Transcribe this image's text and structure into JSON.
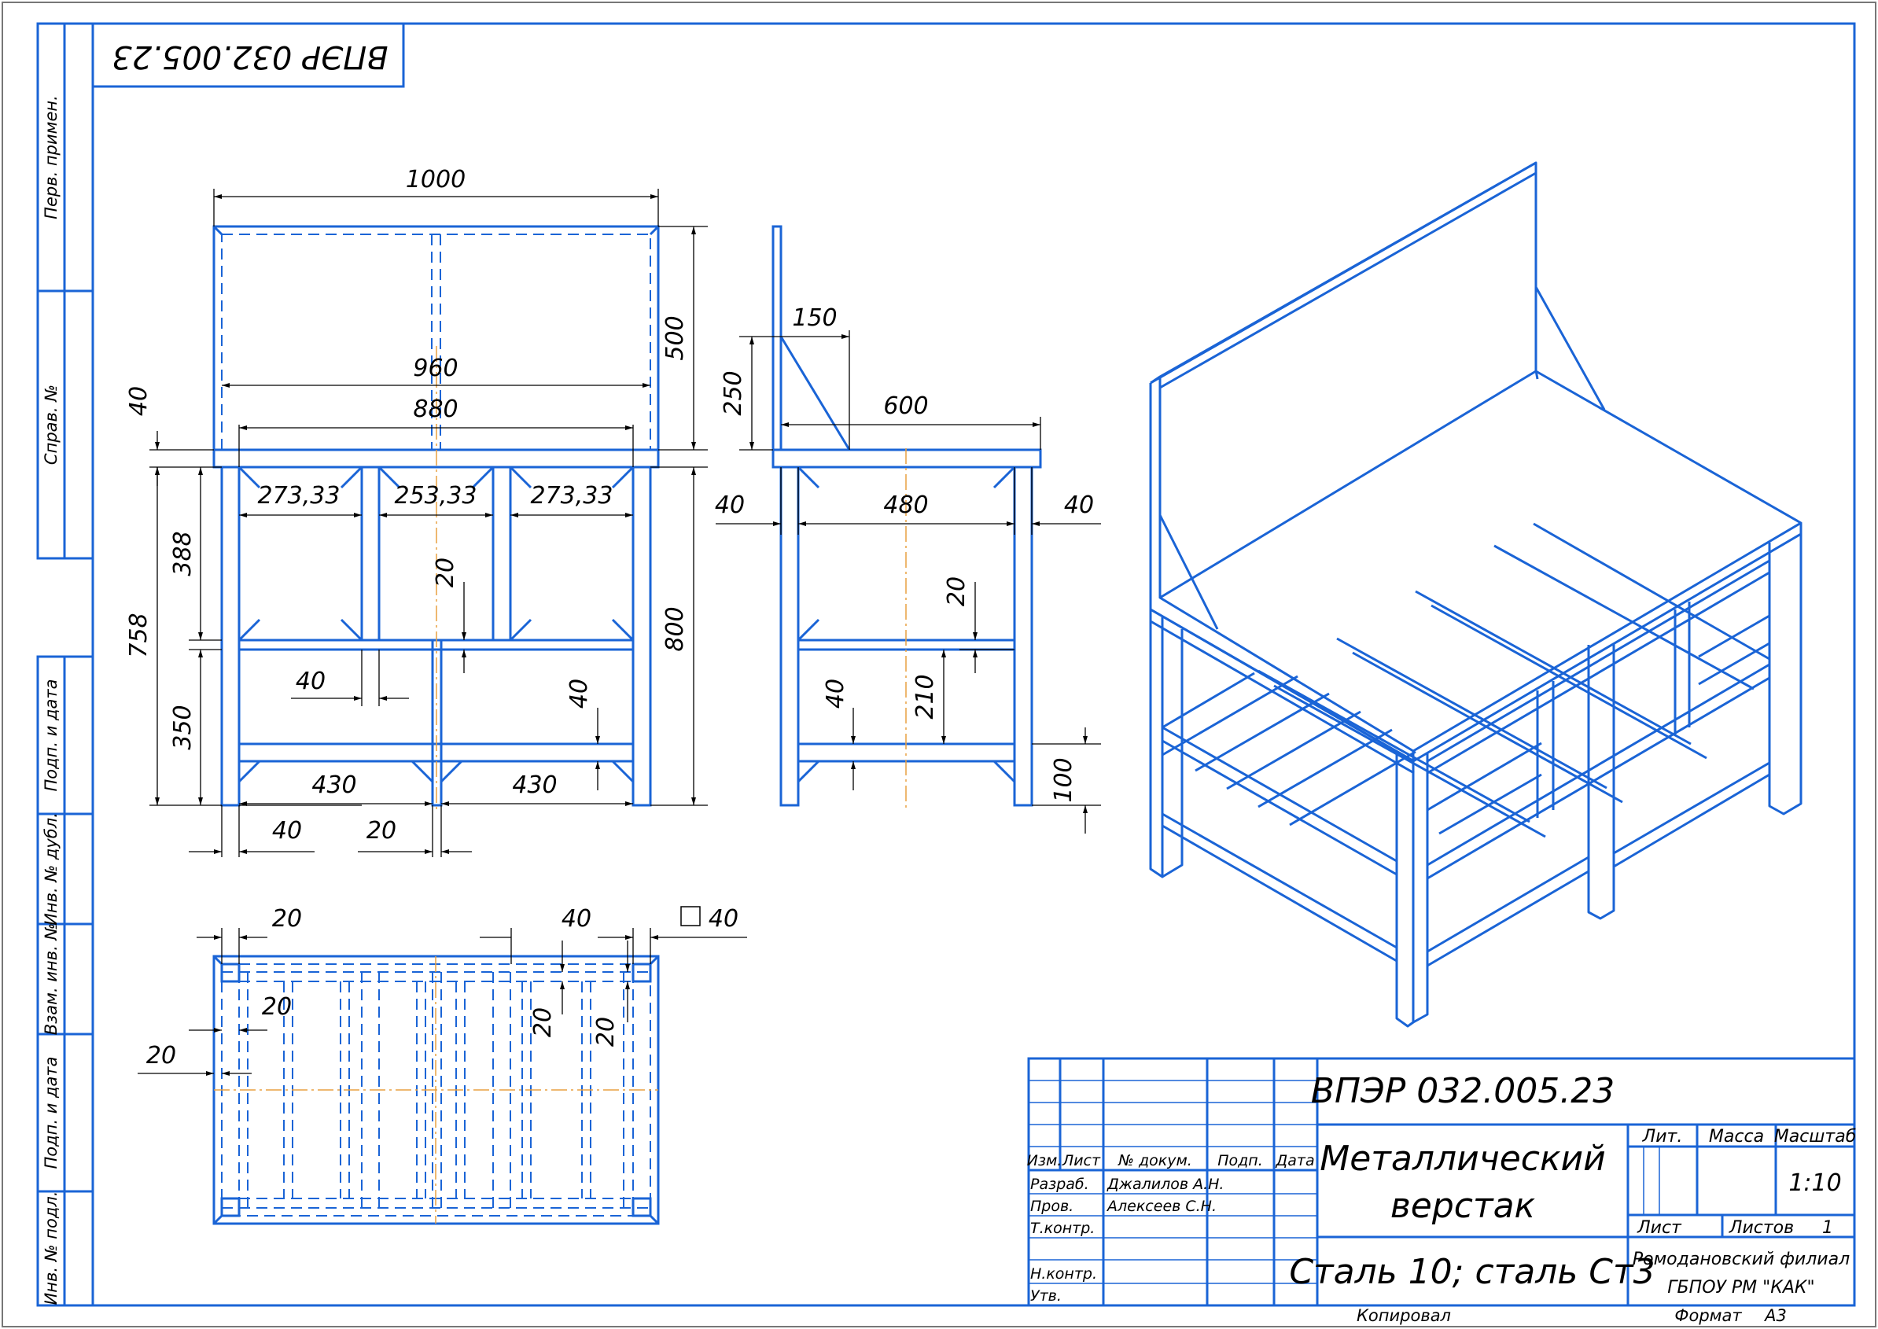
{
  "drawing": {
    "designation": "ВПЭР 032.005.23",
    "designation_rotated": "ВПЭР 032.005.23"
  },
  "margin_column": {
    "perv_primen": "Перв. примен.",
    "sprav_no": "Справ. №",
    "podp_data_1": "Подп. и дата",
    "inv_dubl": "Инв. № дубл.",
    "vzam_inv": "Взам. инв. №",
    "podp_data_2": "Подп. и дата",
    "inv_podl": "Инв. № подл."
  },
  "dimensions": {
    "front": {
      "width_1000": "1000",
      "depth_500": "500",
      "d960": "960",
      "d880": "880",
      "d40_top": "40",
      "s273_left": "273,33",
      "s253_mid": "253,33",
      "s273_right": "273,33",
      "h388": "388",
      "h758": "758",
      "h350": "350",
      "h800": "800",
      "d20_mid": "20",
      "d40_mid": "40",
      "d40_right": "40",
      "w430_left": "430",
      "w430_right": "430",
      "d40_bottom": "40",
      "d20_bottom": "20"
    },
    "side": {
      "d150": "150",
      "h250": "250",
      "w600": "600",
      "d40_left": "40",
      "w480": "480",
      "d40_right": "40",
      "d20": "20",
      "d40": "40",
      "h210": "210",
      "h100": "100"
    },
    "plan": {
      "d20_top": "20",
      "d40_top": "40",
      "sq40": "40",
      "d20_a": "20",
      "d20_left": "20",
      "d20_b": "20",
      "d20_c": "20"
    }
  },
  "title_block": {
    "designation": "ВПЭР 032.005.23",
    "name_line1": "Металлический",
    "name_line2": "верстак",
    "material": "Сталь 10; сталь Ст3",
    "lit": "Лит.",
    "massa": "Масса",
    "masshtab": "Масштаб",
    "scale": "1:10",
    "list": "Лист",
    "listov": "Листов",
    "listov_value": "1",
    "org_line1": "Ромодановский филиал",
    "org_line2": "ГБПОУ РМ \"КАК\"",
    "izm": "Изм.",
    "list_col": "Лист",
    "doc_no": "№ докум.",
    "podp": "Подп.",
    "data": "Дата",
    "razrab": "Разраб.",
    "razrab_name": "Джалилов А.Н.",
    "prov": "Пров.",
    "prov_name": "Алексеев С.Н.",
    "tkontr": "Т.контр.",
    "nkontr": "Н.контр.",
    "utv": "Утв.",
    "kopiroval": "Копировал",
    "format": "Формат",
    "format_value": "А3"
  },
  "colors": {
    "lines": "#1a64d6",
    "text": "#000000",
    "axis": "#e8a040"
  }
}
